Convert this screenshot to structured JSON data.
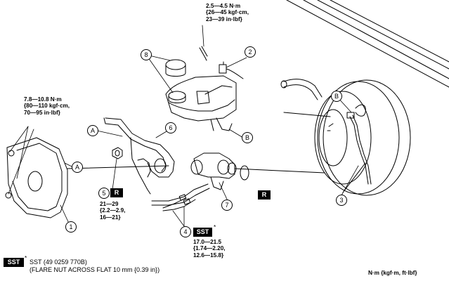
{
  "callouts": {
    "n1": "1",
    "n2": "2",
    "n3": "3",
    "n4": "4",
    "n5": "5",
    "n6": "6",
    "n7": "7",
    "n8": "8",
    "a1": "A",
    "a2": "A",
    "b1": "B",
    "b2": "B"
  },
  "badges": {
    "r5": "R",
    "r7": "R",
    "sst4": "SST",
    "sst_legend": "SST"
  },
  "torques": {
    "top": [
      "2.5—4.5 N·m",
      "{26—45 kgf·cm,",
      "23—39 in·lbf}"
    ],
    "left": [
      "7.8—10.8 N·m",
      "{80—110 kgf·cm,",
      "70—95 in·lbf}"
    ],
    "nut5": [
      "21—29",
      "{2.2—2.9,",
      "16—21}"
    ],
    "nut4": [
      "17.0—21.5",
      "{1.74—2.20,",
      "12.6—15.8}"
    ]
  },
  "sst_asterisk": "*",
  "legend": {
    "asterisk": "*",
    "line1": "SST (49 0259 770B)",
    "line2": "(FLARE NUT ACROSS FLAT 10 mm {0.39 in})"
  },
  "units": "N·m {kgf·m, ft·lbf}"
}
